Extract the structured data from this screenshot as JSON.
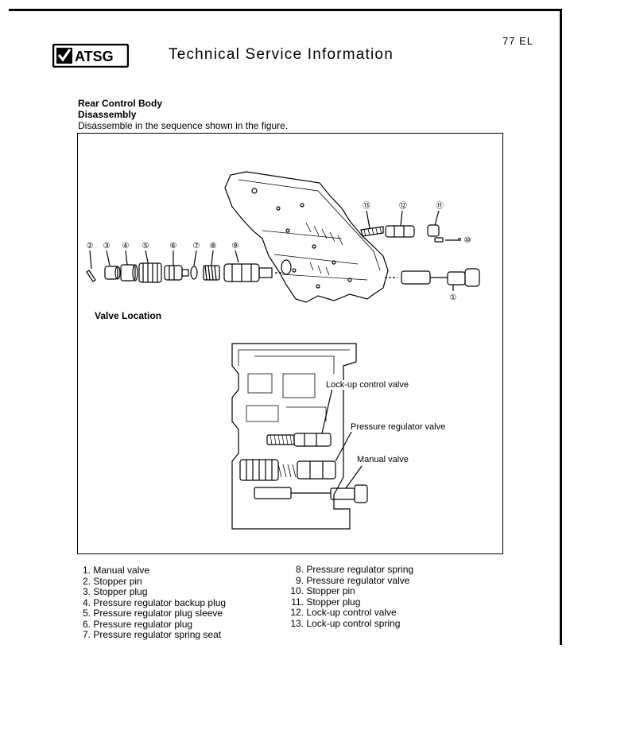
{
  "header": {
    "logo_text": "ATSG",
    "title": "Technical Service Information",
    "page_number": "77 EL"
  },
  "section": {
    "title": "Rear Control Body",
    "subtitle": "Disassembly",
    "instruction": "Disassemble in the sequence shown in the figure."
  },
  "figure": {
    "callouts": [
      "①",
      "②",
      "③",
      "④",
      "⑤",
      "⑥",
      "⑦",
      "⑧",
      "⑨",
      "⑩",
      "⑪",
      "⑫",
      "⑬"
    ],
    "valve_location_title": "Valve Location",
    "labels": {
      "lockup": "Lock-up control valve",
      "pressure": "Pressure regulator valve",
      "manual": "Manual valve"
    }
  },
  "parts_left": [
    {
      "num": "1.",
      "name": "Manual valve"
    },
    {
      "num": "2.",
      "name": "Stopper pin"
    },
    {
      "num": "3.",
      "name": "Stopper plug"
    },
    {
      "num": "4.",
      "name": "Pressure regulator backup plug"
    },
    {
      "num": "5.",
      "name": "Pressure regulator plug sleeve"
    },
    {
      "num": "6.",
      "name": "Pressure regulator plug"
    },
    {
      "num": "7.",
      "name": "Pressure regulator spring seat"
    }
  ],
  "parts_right": [
    {
      "num": "8.",
      "name": "Pressure regulator spring"
    },
    {
      "num": "9.",
      "name": "Pressure regulator valve"
    },
    {
      "num": "10.",
      "name": "Stopper pin"
    },
    {
      "num": "11.",
      "name": "Stopper plug"
    },
    {
      "num": "12.",
      "name": "Lock-up control valve"
    },
    {
      "num": "13.",
      "name": "Lock-up control spring"
    }
  ]
}
